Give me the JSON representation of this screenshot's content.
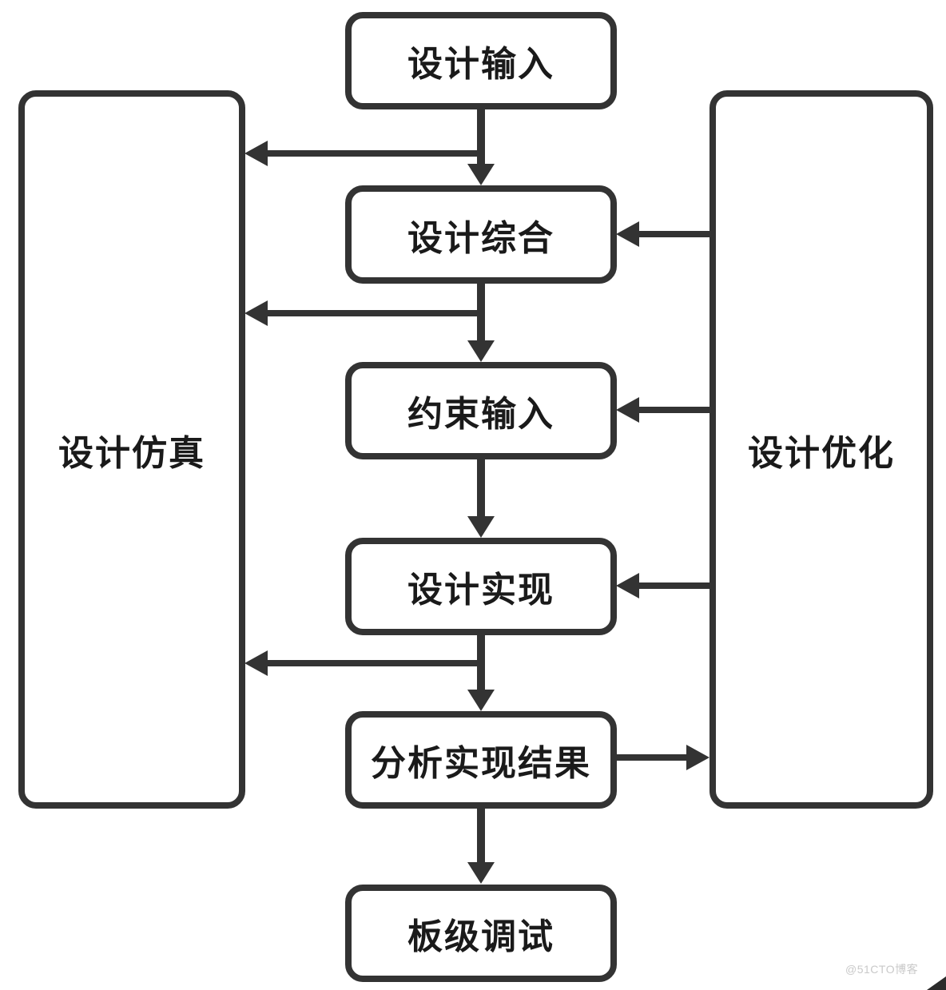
{
  "nodes": {
    "design_input": "设计输入",
    "design_synthesis": "设计综合",
    "constraint_input": "约束输入",
    "design_implementation": "设计实现",
    "analyze_results": "分析实现结果",
    "board_debug": "板级调试",
    "design_simulation": "设计仿真",
    "design_optimization": "设计优化"
  },
  "edges": [
    {
      "from": "design_input",
      "to": "design_synthesis",
      "direction": "down"
    },
    {
      "from": "design_input",
      "to": "design_simulation",
      "direction": "left"
    },
    {
      "from": "design_synthesis",
      "to": "constraint_input",
      "direction": "down"
    },
    {
      "from": "design_synthesis",
      "to": "design_simulation",
      "direction": "left"
    },
    {
      "from": "constraint_input",
      "to": "design_implementation",
      "direction": "down"
    },
    {
      "from": "design_implementation",
      "to": "analyze_results",
      "direction": "down"
    },
    {
      "from": "design_implementation",
      "to": "design_simulation",
      "direction": "left"
    },
    {
      "from": "analyze_results",
      "to": "board_debug",
      "direction": "down"
    },
    {
      "from": "analyze_results",
      "to": "design_optimization",
      "direction": "right"
    },
    {
      "from": "design_optimization",
      "to": "design_synthesis",
      "direction": "left"
    },
    {
      "from": "design_optimization",
      "to": "constraint_input",
      "direction": "left"
    },
    {
      "from": "design_optimization",
      "to": "design_implementation",
      "direction": "left"
    }
  ],
  "colors": {
    "line": "#333333",
    "box_fill": "#ffffff",
    "text": "#1a1a1a",
    "watermark": "#c9c9c9",
    "background": "#ffffff"
  },
  "watermark": "@51CTO博客"
}
